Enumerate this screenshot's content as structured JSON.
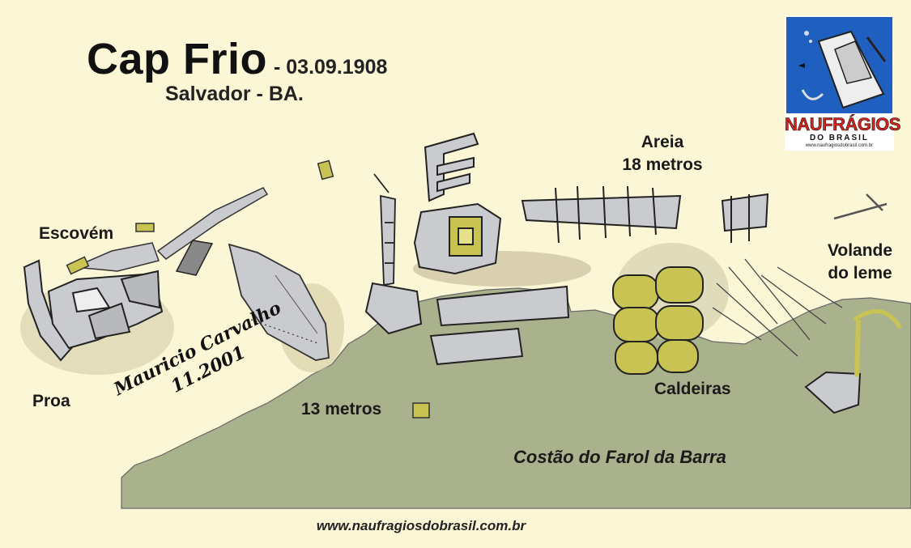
{
  "title": "Cap Frio",
  "date": "- 03.09.1908",
  "location": "Salvador - BA.",
  "labels": {
    "escovem": "Escovém",
    "proa": "Proa",
    "areia": "Areia",
    "depth_18": "18 metros",
    "depth_13": "13 metros",
    "volande_1": "Volande",
    "volande_2": "do leme",
    "caldeiras": "Caldeiras",
    "coast": "Costão do Farol da Barra"
  },
  "signature": {
    "name": "Mauricio Carvalho",
    "date": "11.2001"
  },
  "website": "www.naufragiosdobrasil.com.br",
  "logo": {
    "title": "NAUFRÁGIOS",
    "subtitle": "DO BRASIL",
    "url": "www.naufragiosdobrasil.com.br"
  },
  "colors": {
    "background": "#fbf6d6",
    "seabed": "#a9b28c",
    "wreck_metal": "#c9cbcf",
    "boilers": "#c8c352",
    "logo_blue": "#1f5fbf",
    "logo_red": "#d8241c"
  }
}
